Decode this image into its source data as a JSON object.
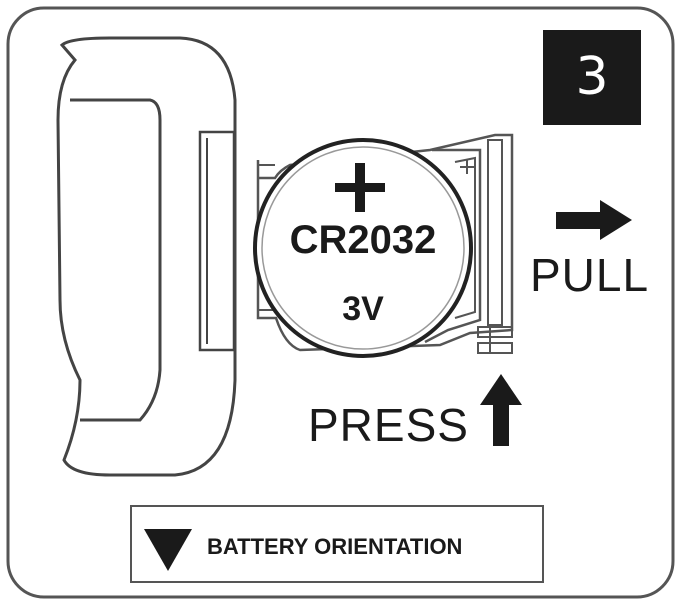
{
  "step_number": "3",
  "battery": {
    "polarity": "+",
    "model": "CR2032",
    "voltage": "3V"
  },
  "actions": {
    "pull_label": "PULL",
    "press_label": "PRESS"
  },
  "orientation": {
    "label": "BATTERY ORIENTATION"
  }
}
